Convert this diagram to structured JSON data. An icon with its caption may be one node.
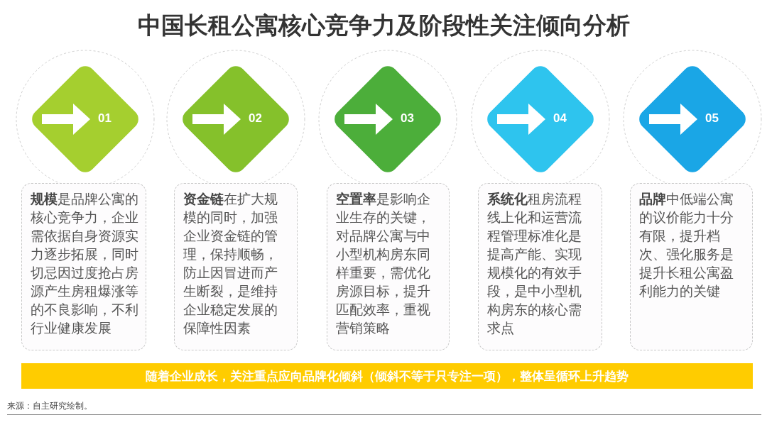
{
  "diagram": {
    "title": "中国长租公寓核心竞争力及阶段性关注倾向分析",
    "nodes": [
      {
        "text": [
          "01"
        ]
      },
      {
        "text": [
          "02"
        ]
      },
      {
        "text": [
          "03"
        ]
      },
      {
        "text": [
          "04"
        ]
      },
      {
        "text": [
          "05"
        ]
      },
      {
        "text": [
          "**规模**是品牌公寓的核心竞争力，企业需依据自身资源实力逐步拓展，同时切忌因过度抢占房源产生房租爆涨等的不良影响，不利行业健康发展"
        ]
      },
      {
        "text": [
          "**资金链**在扩大规模的同时，加强企业资金链的管理，保持顺畅，防止因冒进而产生断裂，是维持企业稳定发展的保障性因素"
        ]
      },
      {
        "text": [
          "**空置率**是影响企业生存的关键，对品牌公寓与中小型机构房东同样重要，需优化房源目标，提升匹配效率，重视营销策略"
        ]
      },
      {
        "text": [
          "**系统化**租房流程线上化和运营流程管理标准化是提高产能、实现规模化的有效手段，是中小型机构房东的核心需求点"
        ]
      },
      {
        "text": [
          "**品牌**中低端公寓的议价能力十分有限，提升档次、强化服务是提升长租公寓盈利能力的关键"
        ]
      },
      {
        "text": [
          "随着企业成长，关注重点应向品牌化倾斜（倾斜不等于只专注一项），整体呈循环上升趋势"
        ]
      }
    ],
    "labels": [
      "来源：自主研究绘制。"
    ]
  }
}
